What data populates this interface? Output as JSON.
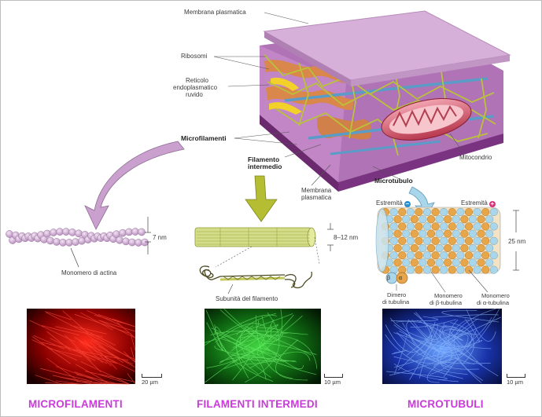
{
  "labels": {
    "membrana_plasmatica_top": "Membrana plasmatica",
    "ribosomi": "Ribosomi",
    "reticolo": [
      "Reticolo",
      "endoplasmatico",
      "ruvido"
    ],
    "microfilamenti": "Microfilamenti",
    "filamento_intermedio": [
      "Filamento",
      "intermedio"
    ],
    "membrana_plasmatica_bottom": [
      "Membrana",
      "plasmatica"
    ],
    "microtubulo": "Microtubulo",
    "mitocondrio": "Mitocondrio",
    "estremita_minus": "Estremità",
    "estremita_plus": "Estremità",
    "minus_sign": "−",
    "plus_sign": "+",
    "monomero_actina": "Monomero di actina",
    "subunita_filamento": "Subunità del filamento",
    "dimero_tubulina": [
      "Dimero",
      "di tubulina"
    ],
    "monomero_beta": [
      "Monomero",
      "di β-tubulina"
    ],
    "monomero_alpha": [
      "Monomero",
      "di α-tubulina"
    ],
    "beta_symbol": "β",
    "alpha_symbol": "α"
  },
  "dimensions": {
    "microfilament": "7 nm",
    "intermediate": "8–12 nm",
    "microtubule": "25 nm"
  },
  "scalebars": {
    "red": "20 µm",
    "green": "10 µm",
    "blue": "10 µm"
  },
  "titles": {
    "left": "MICROFILAMENTI",
    "middle": "FILAMENTI INTERMEDI",
    "right": "MICROTUBULI"
  },
  "colors": {
    "title": "#c83bd9",
    "membrane": "#c9a0cc",
    "actin": "#d9b8dc",
    "intermediate": "#c8d27a",
    "tubulin_alpha": "#e8a64b",
    "tubulin_beta": "#a9d6ea",
    "minus": "#2a8fd0",
    "plus": "#d9307a",
    "micro_red": "#c80000",
    "micro_green": "#2aa82a",
    "micro_blue": "#2a4fd8"
  }
}
